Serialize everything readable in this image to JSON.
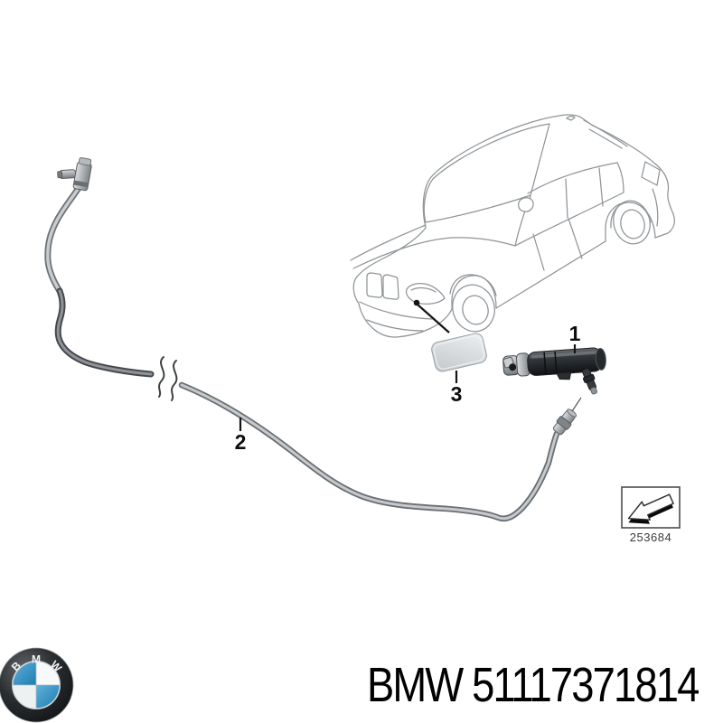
{
  "diagram": {
    "callouts": [
      {
        "label": "1"
      },
      {
        "label": "2"
      },
      {
        "label": "3"
      }
    ],
    "reference": {
      "number": "253684"
    }
  },
  "footer": {
    "title": "BMW 51117371814"
  },
  "logo": {
    "letters": [
      "B",
      "M",
      "W"
    ]
  },
  "colors": {
    "line_gray": "#8f9498",
    "label_black": "#0d0d0d",
    "roundel_blue": "#2f8fc2",
    "background": "#ffffff"
  }
}
